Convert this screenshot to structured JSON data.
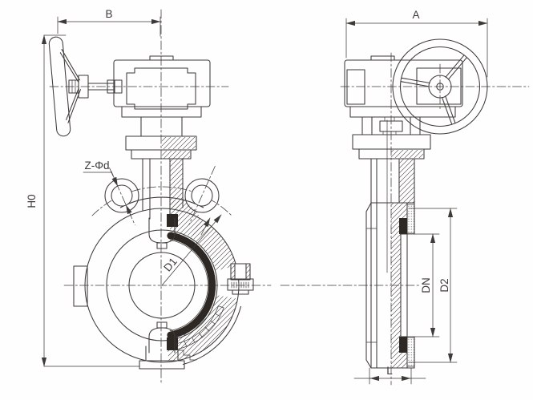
{
  "drawing": {
    "type": "engineering-line-drawing",
    "subject": "Wafer butterfly valve with worm-gear operator and handwheel, front elevation (left) and side section (right)",
    "background": "#fefefe",
    "line_color": "#3e3a37",
    "seal_color": "#2e2824",
    "views": [
      {
        "id": "front-view",
        "position": "left",
        "dimension_labels": [
          "B",
          "H0",
          "Z-Φd",
          "D1"
        ]
      },
      {
        "id": "side-view",
        "position": "right",
        "dimension_labels": [
          "A",
          "DN",
          "D2",
          "L"
        ]
      }
    ],
    "labels": {
      "front_width": "B",
      "overall_height": "H0",
      "bolt_holes": "Z-Φd",
      "seat_diameter": "D1",
      "side_width": "A",
      "nominal_bore": "DN",
      "body_outer_diameter": "D2",
      "face_to_face": "L"
    }
  }
}
